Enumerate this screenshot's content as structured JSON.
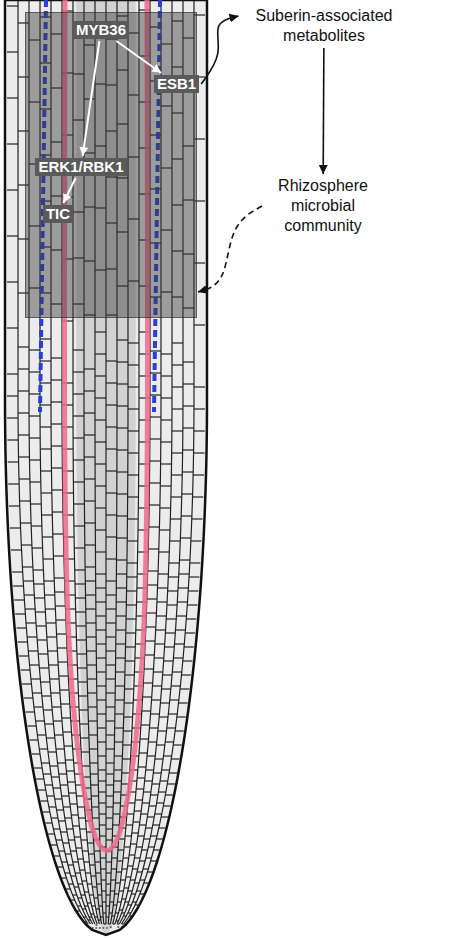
{
  "diagram": {
    "nodes": [
      {
        "text": []
      },
      {
        "text": [
          "MYB36"
        ],
        "in": 0
      },
      {
        "text": [
          "ESB1"
        ],
        "in": 0
      },
      {
        "text": [
          "ERK1/RBK1"
        ],
        "in": 0
      },
      {
        "text": [
          "TIC"
        ],
        "in": 0
      },
      {
        "text": [
          "Suberin-associated metabolites"
        ]
      },
      {
        "text": [
          "Rhizosphere microbial community"
        ]
      }
    ],
    "edges": [
      {
        "from": 1,
        "to": 2,
        "arrow": "to"
      },
      {
        "from": 1,
        "to": 3,
        "arrow": "to"
      },
      {
        "from": 3,
        "to": 4,
        "arrow": "to"
      },
      {
        "from": 2,
        "to": 5,
        "arrow": "to"
      },
      {
        "from": 5,
        "to": 6,
        "arrow": "to"
      },
      {
        "from": 6,
        "to": 0,
        "arrow": "to"
      }
    ]
  }
}
